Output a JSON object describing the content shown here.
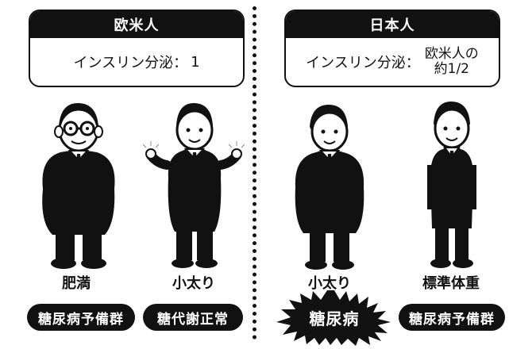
{
  "left_group": {
    "title": "欧米人",
    "insulin_label": "インスリン分泌：",
    "insulin_value": "1",
    "figures": [
      {
        "label": "肥満",
        "status": "糖尿病予備群"
      },
      {
        "label": "小太り",
        "status": "糖代謝正常"
      }
    ]
  },
  "right_group": {
    "title": "日本人",
    "insulin_label": "インスリン分泌：",
    "insulin_value": "欧米人の\n約1/2",
    "figures": [
      {
        "label": "小太り",
        "status": "糖尿病"
      },
      {
        "label": "標準体重",
        "status": "糖尿病予備群"
      }
    ]
  },
  "colors": {
    "ink": "#111111",
    "paper": "#ffffff"
  },
  "icons": [
    "person-obese-glasses-icon",
    "person-plump-shrug-icon",
    "person-plump-icon",
    "person-slim-icon",
    "burst-icon"
  ]
}
